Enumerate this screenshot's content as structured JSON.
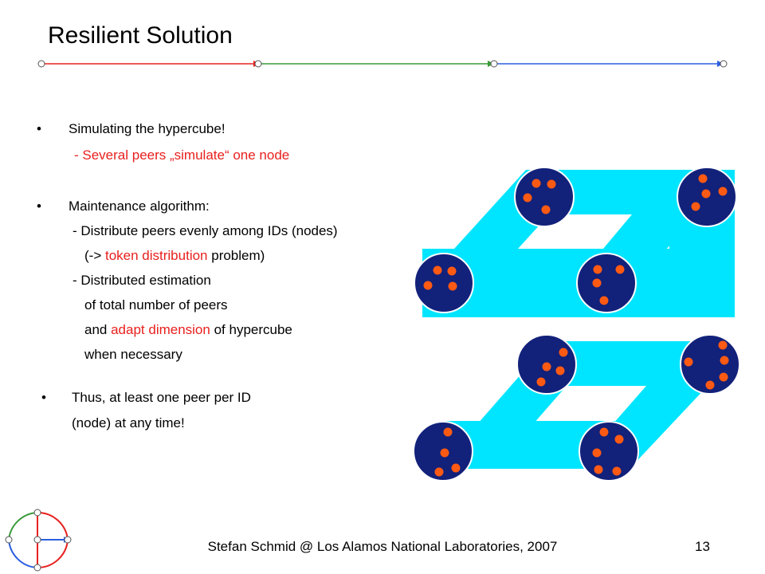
{
  "slide": {
    "title": "Resilient Solution",
    "bullets": [
      {
        "main": "Simulating the hypercube!",
        "sub": "- Several peers „simulate“ one node"
      },
      {
        "main": "Maintenance algorithm:",
        "lines": [
          "- Distribute peers evenly among IDs (nodes)",
          "(-> ",
          "token distribution",
          " problem)",
          "- Distributed estimation",
          "of total number of peers",
          "and ",
          "adapt dimension",
          " of hypercube",
          "when necessary"
        ]
      },
      {
        "main": "Thus, at least one peer per ID",
        "line2": "(node) at any time!"
      }
    ],
    "footer": "Stefan Schmid @ Los Alamos National Laboratories, 2007",
    "page_number": "13"
  },
  "colors": {
    "accent_red": "#e8201e",
    "accent_green": "#3a9a3a",
    "accent_blue": "#2c5fe0",
    "cube_edge": "#00e5ff",
    "node_fill": "#12217a",
    "peer_dot": "#ff5a14"
  },
  "icons": [
    "hypercube-logo-icon",
    "bullet-dot-icon"
  ]
}
